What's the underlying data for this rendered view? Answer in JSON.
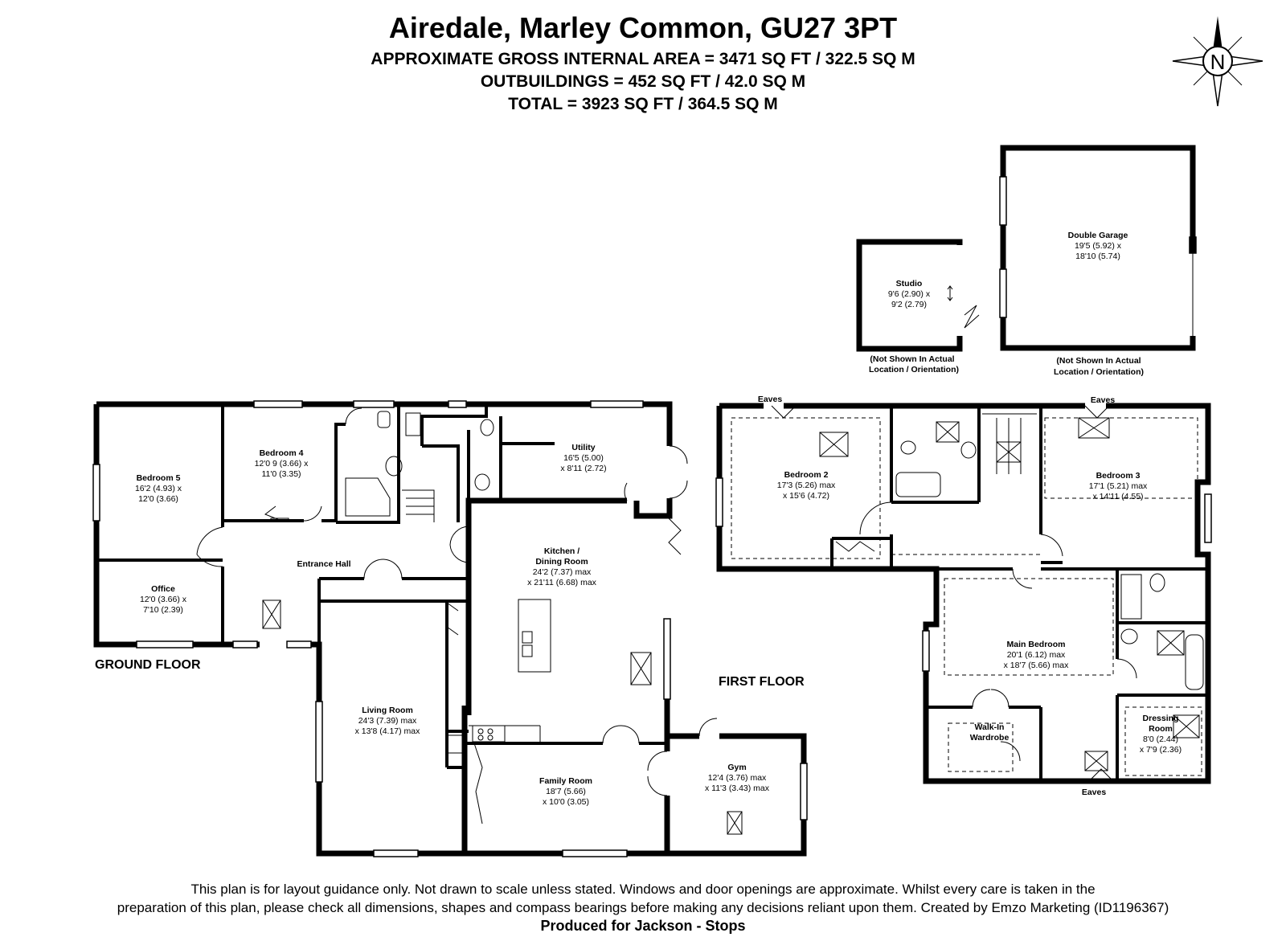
{
  "header": {
    "title": "Airedale, Marley Common, GU27 3PT",
    "line1": "APPROXIMATE GROSS INTERNAL AREA = 3471 SQ FT / 322.5 SQ M",
    "line2": "OUTBUILDINGS = 452 SQ FT / 42.0 SQ M",
    "line3": "TOTAL = 3923 SQ FT / 364.5 SQ M"
  },
  "compass": {
    "letter": "N",
    "icon": "compass-north-icon"
  },
  "floors": {
    "ground": "GROUND FLOOR",
    "first": "FIRST FLOOR"
  },
  "rooms": {
    "bedroom5": {
      "name": "Bedroom 5",
      "d1": "16'2 (4.93) x",
      "d2": "12'0 (3.66)"
    },
    "bedroom4": {
      "name": "Bedroom 4",
      "d1": "12'0 9 (3.66) x",
      "d2": "11'0 (3.35)"
    },
    "office": {
      "name": "Office",
      "d1": "12'0 (3.66) x",
      "d2": "7'10 (2.39)"
    },
    "entrance": {
      "name": "Entrance Hall"
    },
    "utility": {
      "name": "Utility",
      "d1": "16'5 (5.00)",
      "d2": "x 8'11 (2.72)"
    },
    "kitchen": {
      "name1": "Kitchen /",
      "name2": "Dining Room",
      "d1": "24'2 (7.37) max",
      "d2": "x 21'11 (6.68) max"
    },
    "living": {
      "name": "Living Room",
      "d1": "24'3 (7.39) max",
      "d2": "x 13'8 (4.17) max"
    },
    "family": {
      "name": "Family Room",
      "d1": "18'7 (5.66)",
      "d2": "x 10'0 (3.05)"
    },
    "gym": {
      "name": "Gym",
      "d1": "12'4 (3.76) max",
      "d2": "x 11'3 (3.43) max"
    },
    "bedroom2": {
      "name": "Bedroom 2",
      "d1": "17'3 (5.26) max",
      "d2": "x 15'6 (4.72)"
    },
    "bedroom3": {
      "name": "Bedroom 3",
      "d1": "17'1 (5.21) max",
      "d2": "x 14'11 (4.55)"
    },
    "main": {
      "name": "Main Bedroom",
      "d1": "20'1 (6.12) max",
      "d2": "x 18'7 (5.66) max"
    },
    "walkin": {
      "name1": "Walk-In",
      "name2": "Wardrobe"
    },
    "dressing": {
      "name1": "Dressing",
      "name2": "Room",
      "d1": "8'0 (2.44)",
      "d2": "x 7'9 (2.36)"
    },
    "studio": {
      "name": "Studio",
      "d1": "9'6 (2.90) x",
      "d2": "9'2 (2.79)"
    },
    "garage": {
      "name": "Double Garage",
      "d1": "19'5 (5.92) x",
      "d2": "18'10 (5.74)"
    }
  },
  "notes": {
    "studio_note1": "(Not Shown In Actual",
    "studio_note2": "Location / Orientation)",
    "garage_note1": "(Not Shown In Actual",
    "garage_note2": "Location / Orientation)",
    "eaves": "Eaves"
  },
  "footer": {
    "disclaimer1": "This plan is for layout guidance only. Not drawn to scale unless stated. Windows and door openings are approximate. Whilst every care is taken in the",
    "disclaimer2": "preparation of this plan, please check all dimensions, shapes and compass bearings before making any decisions reliant upon them. Created by Emzo Marketing (ID1196367)",
    "produced": "Produced for Jackson - Stops"
  }
}
